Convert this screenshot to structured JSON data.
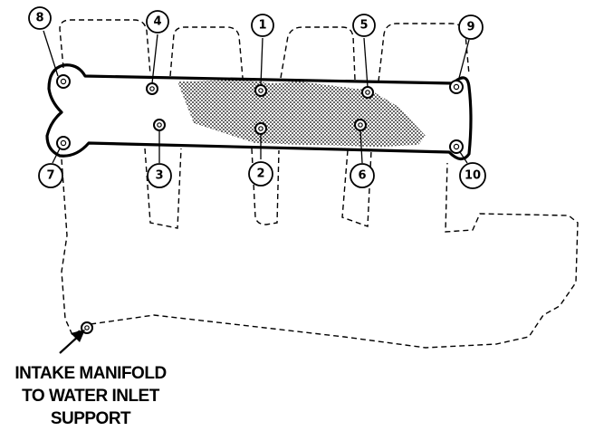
{
  "callouts": [
    {
      "id": "c1",
      "label": "1"
    },
    {
      "id": "c2",
      "label": "2"
    },
    {
      "id": "c3",
      "label": "3"
    },
    {
      "id": "c4",
      "label": "4"
    },
    {
      "id": "c5",
      "label": "5"
    },
    {
      "id": "c6",
      "label": "6"
    },
    {
      "id": "c7",
      "label": "7"
    },
    {
      "id": "c8",
      "label": "8"
    },
    {
      "id": "c9",
      "label": "9"
    },
    {
      "id": "c10",
      "label": "10"
    }
  ],
  "caption": {
    "line1": "INTAKE MANIFOLD",
    "line2": "TO WATER INLET",
    "line3": "SUPPORT"
  }
}
